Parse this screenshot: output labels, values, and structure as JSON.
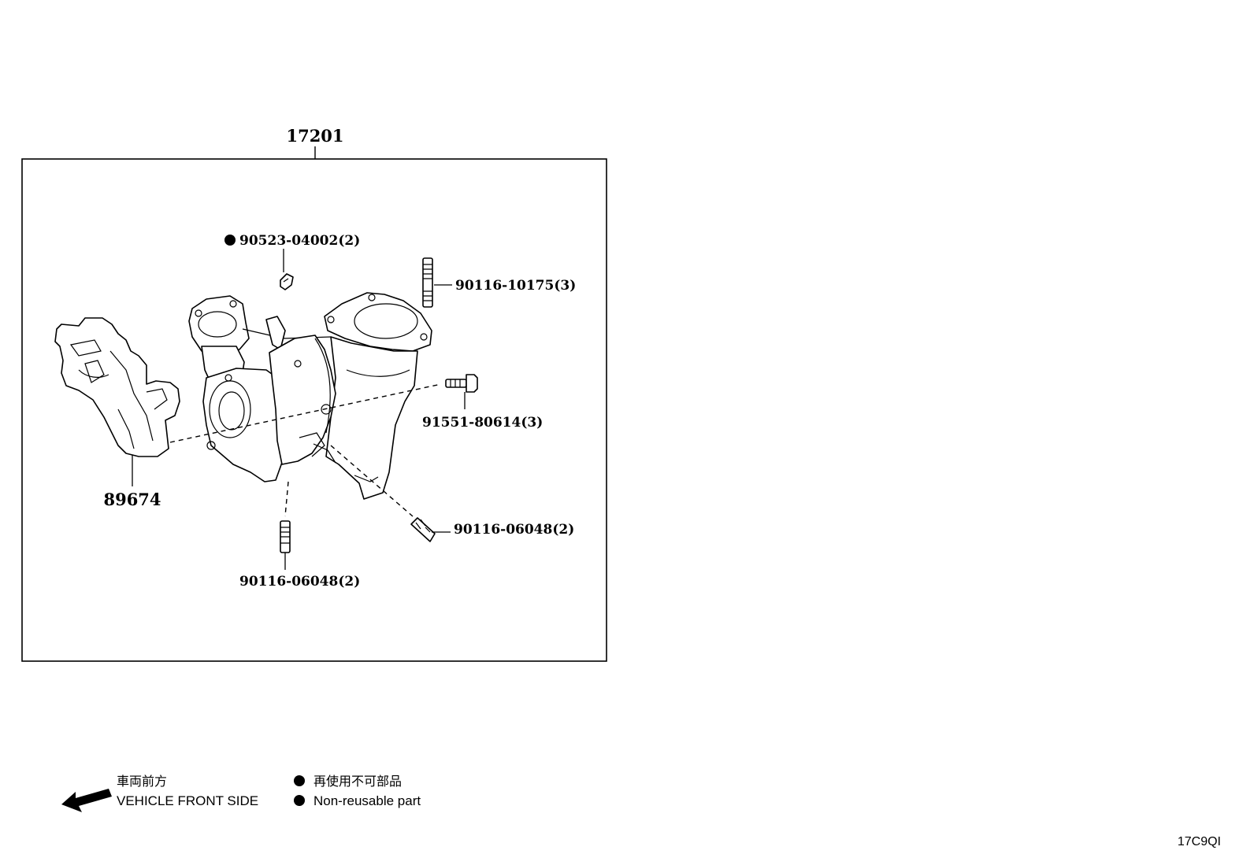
{
  "assembly": {
    "part_number": "17201"
  },
  "callouts": [
    {
      "id": "non-reusable-nut",
      "part_number": "90523-04002",
      "qty": "(2)",
      "non_reusable": true
    },
    {
      "id": "stud-top",
      "part_number": "90116-10175",
      "qty": "(3)"
    },
    {
      "id": "flange-bolt",
      "part_number": "91551-80614",
      "qty": "(3)"
    },
    {
      "id": "stud-right",
      "part_number": "90116-06048",
      "qty": "(2)"
    },
    {
      "id": "stud-bottom",
      "part_number": "90116-06048",
      "qty": "(2)"
    },
    {
      "id": "sensor-bracket",
      "part_number": "89674"
    }
  ],
  "legend": {
    "front_jp": "車両前方",
    "front_en": "VEHICLE FRONT SIDE",
    "nonreusable_jp": "再使用不可部品",
    "nonreusable_en": "Non-reusable part"
  },
  "figure_code": "17C9QI"
}
